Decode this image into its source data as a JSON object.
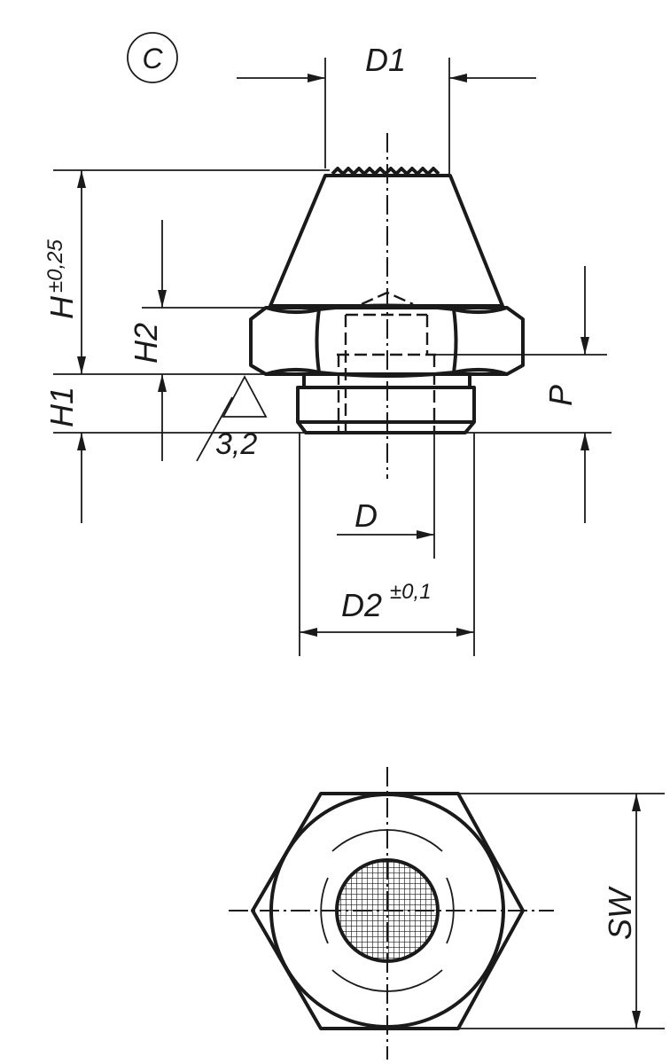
{
  "drawing": {
    "variant_label": "C",
    "labels": {
      "d1": "D1",
      "h": "H",
      "h_tolerance": "±0,25",
      "h2": "H2",
      "h1": "H1",
      "roughness": "3,2",
      "p": "P",
      "d": "D",
      "d2": "D2",
      "d2_tolerance": "±0,1",
      "sw": "SW"
    },
    "line_color": "#1a1a1a"
  }
}
